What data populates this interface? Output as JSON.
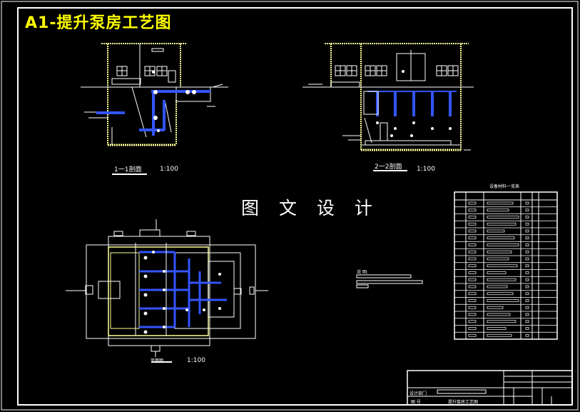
{
  "drawing": {
    "title": "A1-提升泵房工艺图",
    "watermark": "图 文 设 计",
    "section_1": {
      "name": "1一1剖面",
      "scale": "1:100"
    },
    "section_2": {
      "name": "2一2剖面",
      "scale": "1:100"
    },
    "plan": {
      "name": "平面图",
      "scale": "1:100"
    },
    "equipment_table": {
      "title": "设备材料一览表",
      "row_count": 20
    },
    "notes": {
      "label": "说 明:"
    },
    "title_block": {
      "drawing_name": "提升泵房工艺图",
      "design_label": "设计部门",
      "drawing_label": "图 号"
    }
  },
  "colors": {
    "background": "#000000",
    "frame": "#ffffff",
    "title": "#ffff00",
    "pipe": "#3355ff",
    "wall": "#ffff99",
    "line": "#ffffff"
  }
}
